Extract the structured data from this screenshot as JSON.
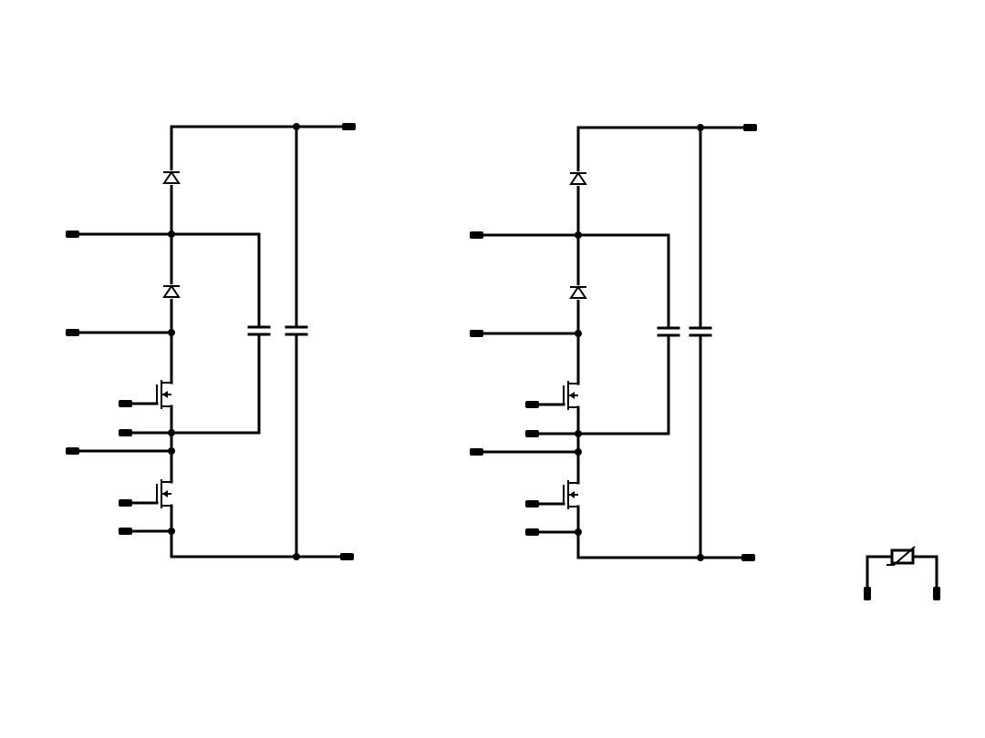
{
  "diagram": {
    "background": "#ffffff",
    "stroke_color": "#000000",
    "modules": [
      {
        "id": "module-1",
        "components": [
          "diode-upper",
          "diode-lower",
          "mosfet-upper",
          "mosfet-lower",
          "capacitor-inner",
          "capacitor-outer"
        ],
        "terminals": [
          "dc-positive",
          "dc-negative",
          "ac-input-1",
          "ac-input-2",
          "midpoint",
          "gate-upper",
          "source-upper",
          "gate-lower",
          "source-lower"
        ]
      },
      {
        "id": "module-2",
        "components": [
          "diode-upper",
          "diode-lower",
          "mosfet-upper",
          "mosfet-lower",
          "capacitor-inner",
          "capacitor-outer"
        ],
        "terminals": [
          "dc-positive",
          "dc-negative",
          "ac-input-1",
          "ac-input-2",
          "midpoint",
          "gate-upper",
          "source-upper",
          "gate-lower",
          "source-lower"
        ]
      }
    ],
    "standalone": [
      {
        "id": "thermistor",
        "component": "ntc-thermistor",
        "terminals": [
          "t1",
          "t2"
        ]
      }
    ]
  }
}
